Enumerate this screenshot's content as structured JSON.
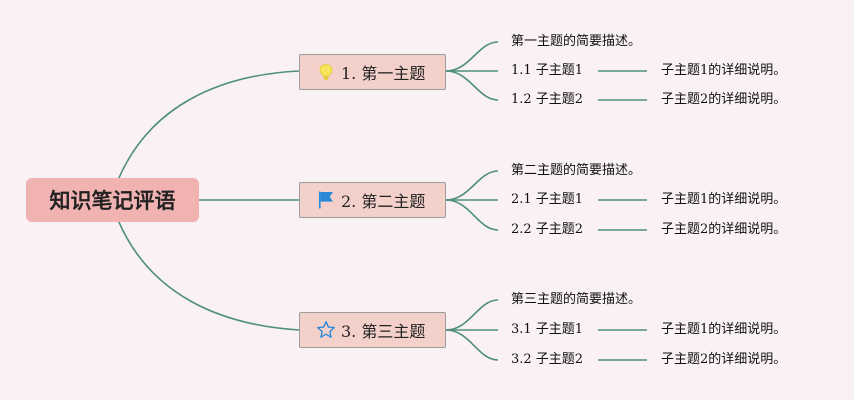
{
  "root": {
    "label": "知识笔记评语"
  },
  "topics": [
    {
      "label": "1. 第一主题",
      "icon": "lightbulb-icon",
      "description": "第一主题的简要描述。",
      "subtopics": [
        {
          "label": "1.1 子主题1",
          "detail": "子主题1的详细说明。"
        },
        {
          "label": "1.2 子主题2",
          "detail": "子主题2的详细说明。"
        }
      ]
    },
    {
      "label": "2. 第二主题",
      "icon": "flag-icon",
      "description": "第二主题的简要描述。",
      "subtopics": [
        {
          "label": "2.1 子主题1",
          "detail": "子主题1的详细说明。"
        },
        {
          "label": "2.2 子主题2",
          "detail": "子主题2的详细说明。"
        }
      ]
    },
    {
      "label": "3. 第三主题",
      "icon": "star-icon",
      "description": "第三主题的简要描述。",
      "subtopics": [
        {
          "label": "3.1 子主题1",
          "detail": "子主题1的详细说明。"
        },
        {
          "label": "3.2 子主题2",
          "detail": "子主题2的详细说明。"
        }
      ]
    }
  ],
  "colors": {
    "background": "#f9f1f4",
    "root_fill": "#f1b3b1",
    "topic_fill": "#f3d0c9",
    "connector": "#4f8f7c",
    "lightbulb": "#f6e55c",
    "flag": "#2a8ad8",
    "star": "#2a8ad8"
  }
}
